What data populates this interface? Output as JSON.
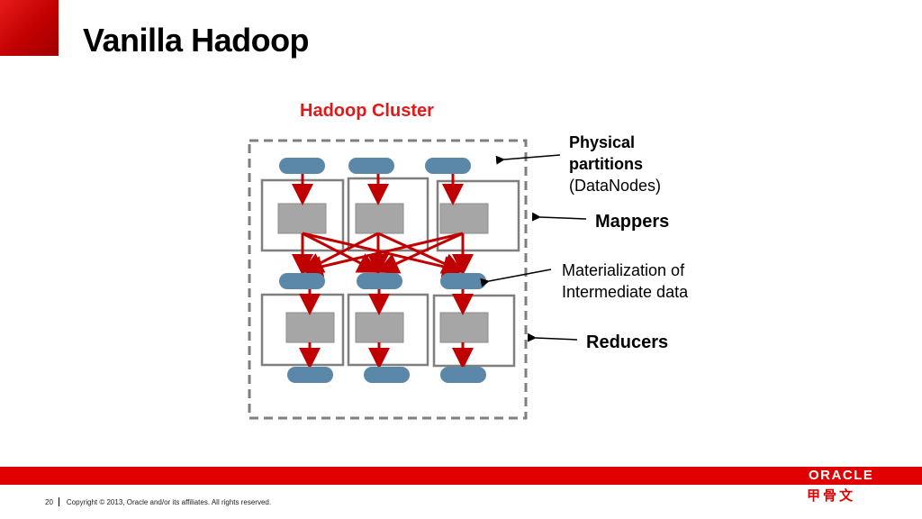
{
  "slide": {
    "title": "Vanilla Hadoop",
    "cluster_title": "Hadoop Cluster",
    "labels": {
      "physical_line1": "Physical",
      "physical_line2": "partitions",
      "physical_line3": "(DataNodes)",
      "mappers": "Mappers",
      "materialization_line1": "Materialization of",
      "materialization_line2": "Intermediate data",
      "reducers": "Reducers"
    },
    "footer": {
      "page_number": "20",
      "copyright": "Copyright © 2013, Oracle and/or its affiliates. All rights reserved.",
      "logo": "ORACLE",
      "logo_cn": "甲骨文"
    }
  },
  "colors": {
    "accent_red": "#e00000",
    "arrow_red": "#c00000",
    "partition_blue": "#5b87a8",
    "task_gray": "#a6a6a6",
    "box_border": "#7f7f7f"
  }
}
